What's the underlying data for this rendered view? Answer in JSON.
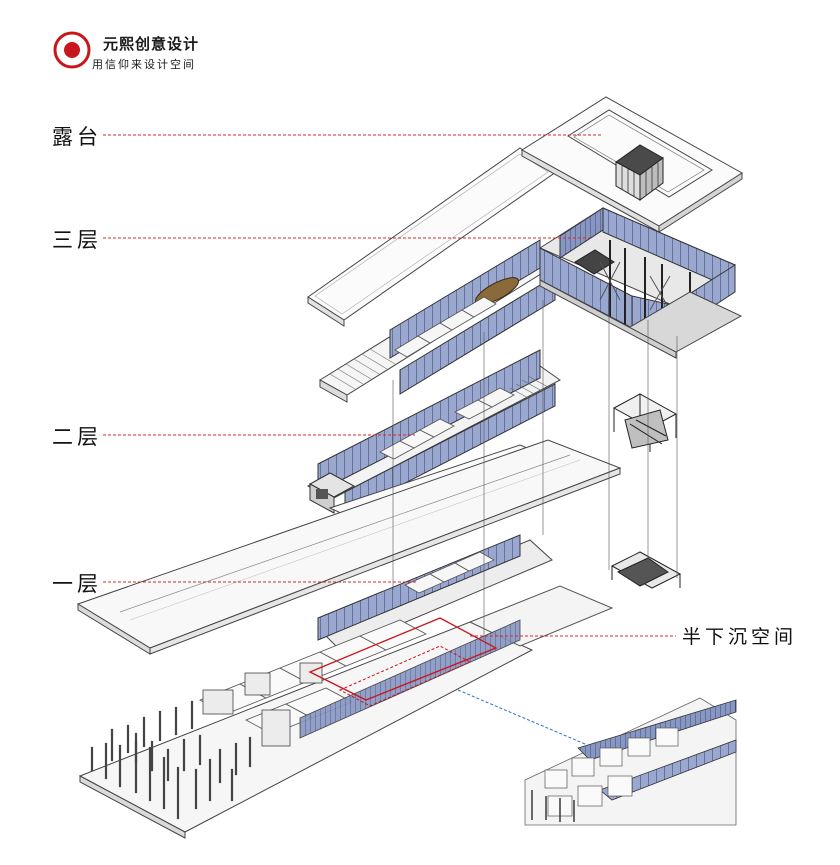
{
  "brand": {
    "title": "元熙创意设计",
    "slogan": "用信仰来设计空间",
    "logo_color": "#c8161d"
  },
  "labels": {
    "terrace": "露台",
    "third_floor": "三层",
    "second_floor": "二层",
    "first_floor": "一层",
    "sunken_space": "半下沉空间"
  },
  "colors": {
    "leader_line": "#d42a2a",
    "detail_link": "#2a6fd4",
    "wall_fill": "#f4f4f4",
    "wall_stroke": "#3a3a3a",
    "panel_blue": "#8c9bc4",
    "panel_blue_dark": "#5b6a99",
    "slab_top": "#fafafa"
  }
}
